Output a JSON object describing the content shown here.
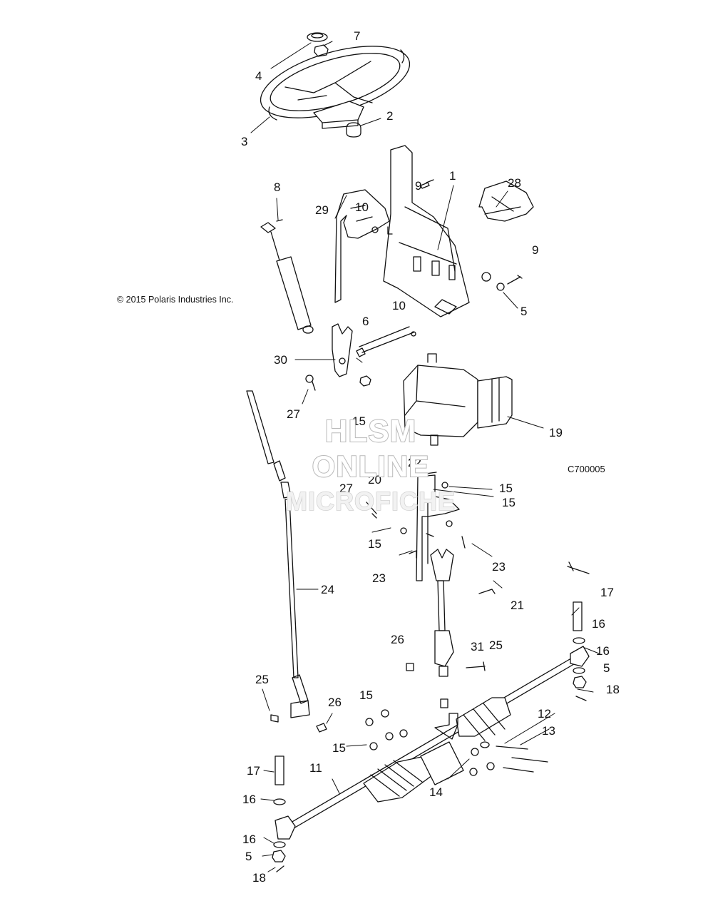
{
  "copyright": "© 2015 Polaris Industries Inc.",
  "drawing_code": "C700005",
  "watermark": [
    "HLSM",
    "ONLINE",
    "MICROFICHE"
  ],
  "callouts": [
    "1",
    "2",
    "3",
    "4",
    "5",
    "5",
    "5",
    "6",
    "7",
    "8",
    "9",
    "9",
    "10",
    "10",
    "11",
    "12",
    "13",
    "14",
    "15",
    "15",
    "15",
    "15",
    "15",
    "15",
    "16",
    "16",
    "16",
    "16",
    "17",
    "17",
    "18",
    "18",
    "19",
    "20",
    "21",
    "22",
    "23",
    "23",
    "24",
    "25",
    "25",
    "26",
    "26",
    "27",
    "27",
    "28",
    "29",
    "30",
    "31"
  ]
}
